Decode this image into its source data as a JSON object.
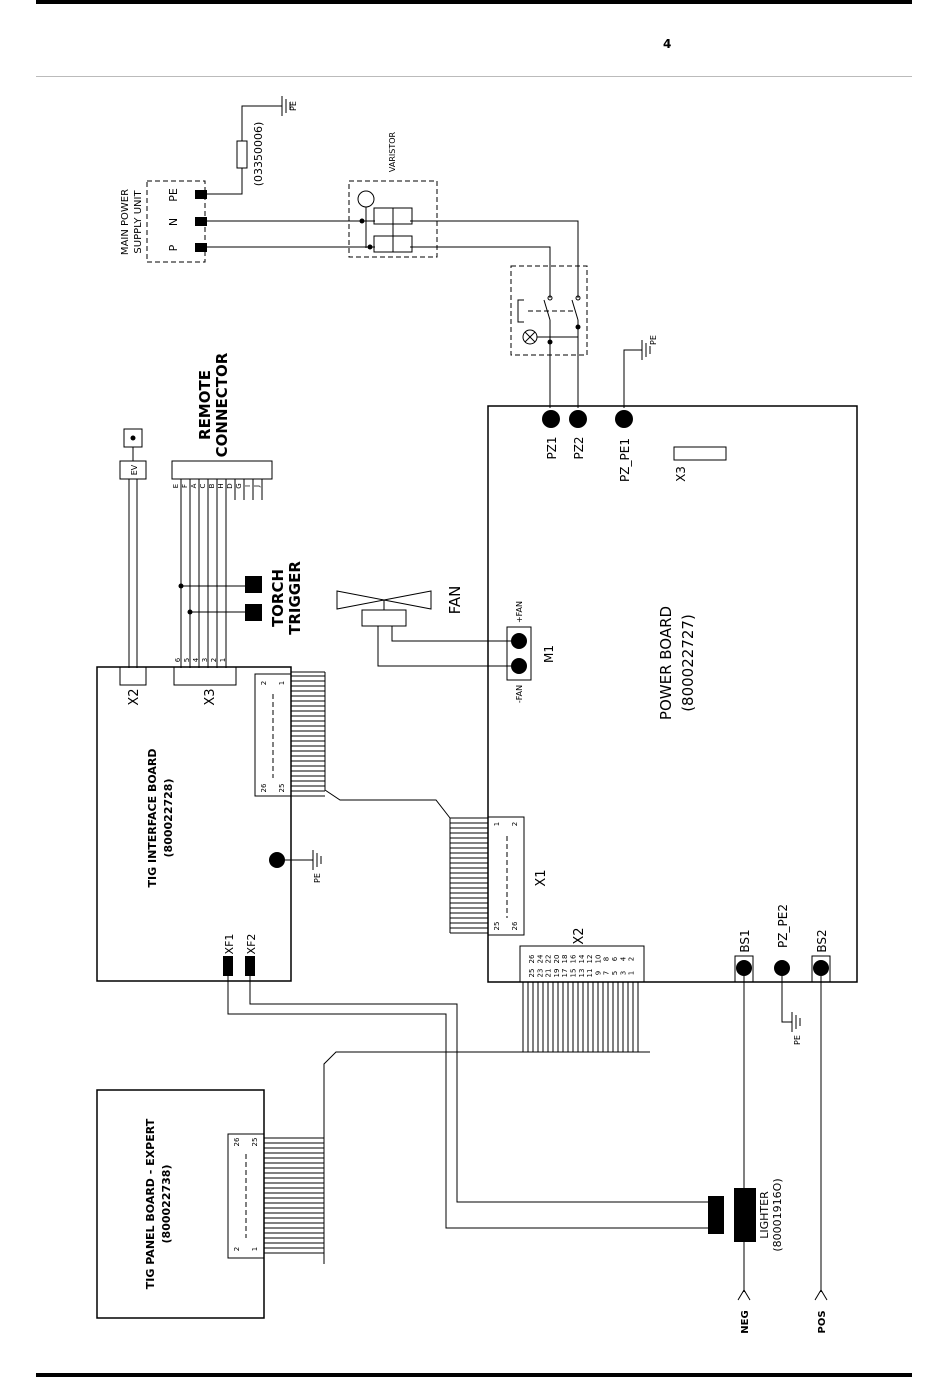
{
  "header": {
    "mark": "4"
  },
  "power_supply": {
    "title_line1": "MAIN POWER",
    "title_line2": "SUPPLY UNIT",
    "pins": [
      "PE",
      "N",
      "P"
    ]
  },
  "resistor_code": "(03350006)",
  "pe": "PE",
  "varistor": "VARISTOR",
  "remote_connector": {
    "title_line1": "REMOTE",
    "title_line2": "CONNECTOR",
    "pins": [
      "E",
      "F",
      "A",
      "C",
      "B",
      "H",
      "D",
      "G",
      "I",
      "J"
    ]
  },
  "ev": "EV",
  "torch_trigger": {
    "line1": "TORCH",
    "line2": "TRIGGER"
  },
  "fan": "FAN",
  "fan_pins": {
    "plus": "+FAN",
    "minus": "-FAN"
  },
  "m1": "M1",
  "power_board": {
    "title": "POWER BOARD",
    "code": "(800022727)",
    "x1": "X1",
    "x2": "X2",
    "x3": "X3",
    "pz1": "PZ1",
    "pz2": "PZ2",
    "pz_pe1": "PZ_PE1",
    "pz_pe2": "PZ_PE2",
    "bs1": "BS1",
    "bs2": "BS2",
    "x1_pins": [
      "1",
      "2",
      "25",
      "26"
    ],
    "x2_pins_a": [
      "26",
      "24",
      "22",
      "20",
      "18",
      "16",
      "14",
      "12",
      "10",
      "8",
      "6",
      "4",
      "2"
    ],
    "x2_pins_b": [
      "25",
      "23",
      "21",
      "19",
      "17",
      "15",
      "13",
      "11",
      "9",
      "7",
      "5",
      "3",
      "1"
    ]
  },
  "tig_interface": {
    "title": "TIG INTERFACE BOARD",
    "code": "(800022728)",
    "x2": "X2",
    "x3": "X3",
    "xf1": "XF1",
    "xf2": "XF2",
    "x3_pins": [
      "6",
      "5",
      "4",
      "3",
      "2",
      "1"
    ],
    "conn_pins": [
      "2",
      "1",
      "26",
      "25"
    ]
  },
  "tig_panel": {
    "title": "TIG PANEL BOARD - EXPERT",
    "code": "(800022738)",
    "conn_pins": [
      "26",
      "25",
      "2",
      "1"
    ]
  },
  "lighter": {
    "name": "LIGHTER",
    "code": "(80001916O)"
  },
  "neg": "NEG",
  "pos": "POS"
}
